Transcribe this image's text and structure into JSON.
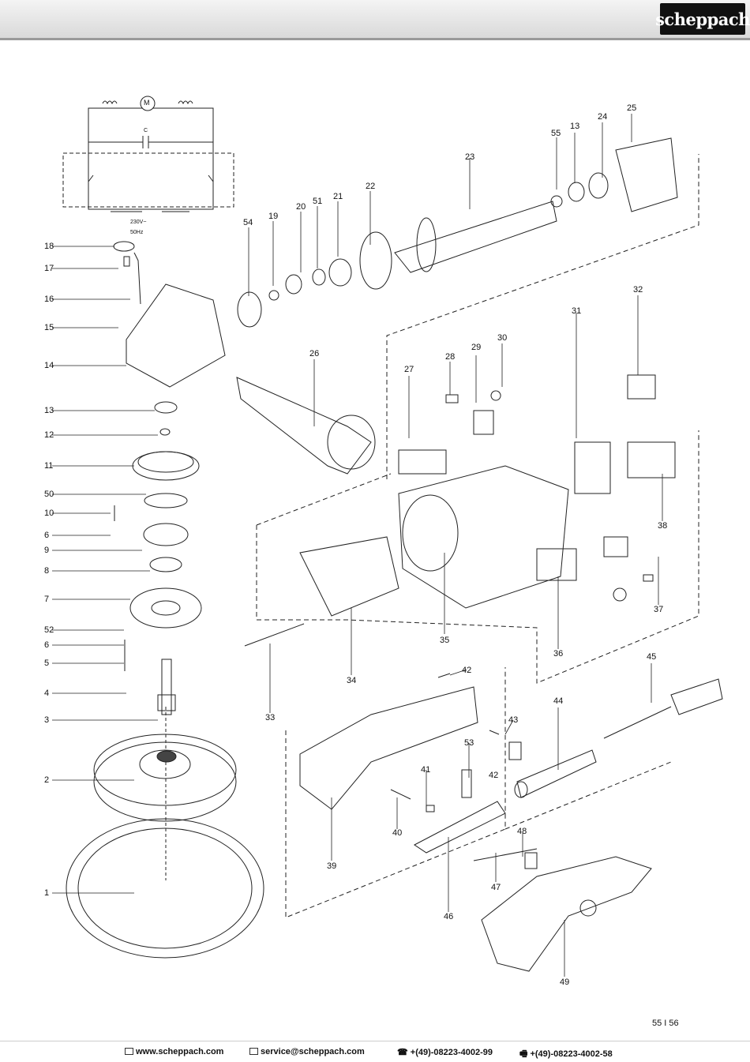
{
  "header": {
    "logo_text": "scheppach"
  },
  "circuit": {
    "capacitor": "C",
    "motor": "M",
    "voltage": "230V~",
    "frequency": "50Hz"
  },
  "labels": {
    "l1": "1",
    "l2": "2",
    "l3": "3",
    "l4": "4",
    "l5": "5",
    "l6a": "6",
    "l6b": "6",
    "l7": "7",
    "l8": "8",
    "l9": "9",
    "l10": "10",
    "l11": "11",
    "l12": "12",
    "l13a": "13",
    "l13b": "13",
    "l14": "14",
    "l15": "15",
    "l16": "16",
    "l17": "17",
    "l18": "18",
    "l19": "19",
    "l20": "20",
    "l21": "21",
    "l22": "22",
    "l23": "23",
    "l24": "24",
    "l25": "25",
    "l26": "26",
    "l27": "27",
    "l28": "28",
    "l29": "29",
    "l30": "30",
    "l31": "31",
    "l32": "32",
    "l33": "33",
    "l34": "34",
    "l35": "35",
    "l36": "36",
    "l37": "37",
    "l38": "38",
    "l39": "39",
    "l40": "40",
    "l41": "41",
    "l42a": "42",
    "l42b": "42",
    "l43": "43",
    "l44": "44",
    "l45": "45",
    "l46": "46",
    "l47": "47",
    "l48": "48",
    "l49": "49",
    "l50": "50",
    "l51": "51",
    "l52": "52",
    "l53": "53",
    "l54": "54",
    "l55": "55"
  },
  "page_number": "55 I 56",
  "footer": {
    "website": "www.scheppach.com",
    "email": "service@scheppach.com",
    "phone": "+(49)-08223-4002-99",
    "fax": "+(49)-08223-4002-58"
  }
}
